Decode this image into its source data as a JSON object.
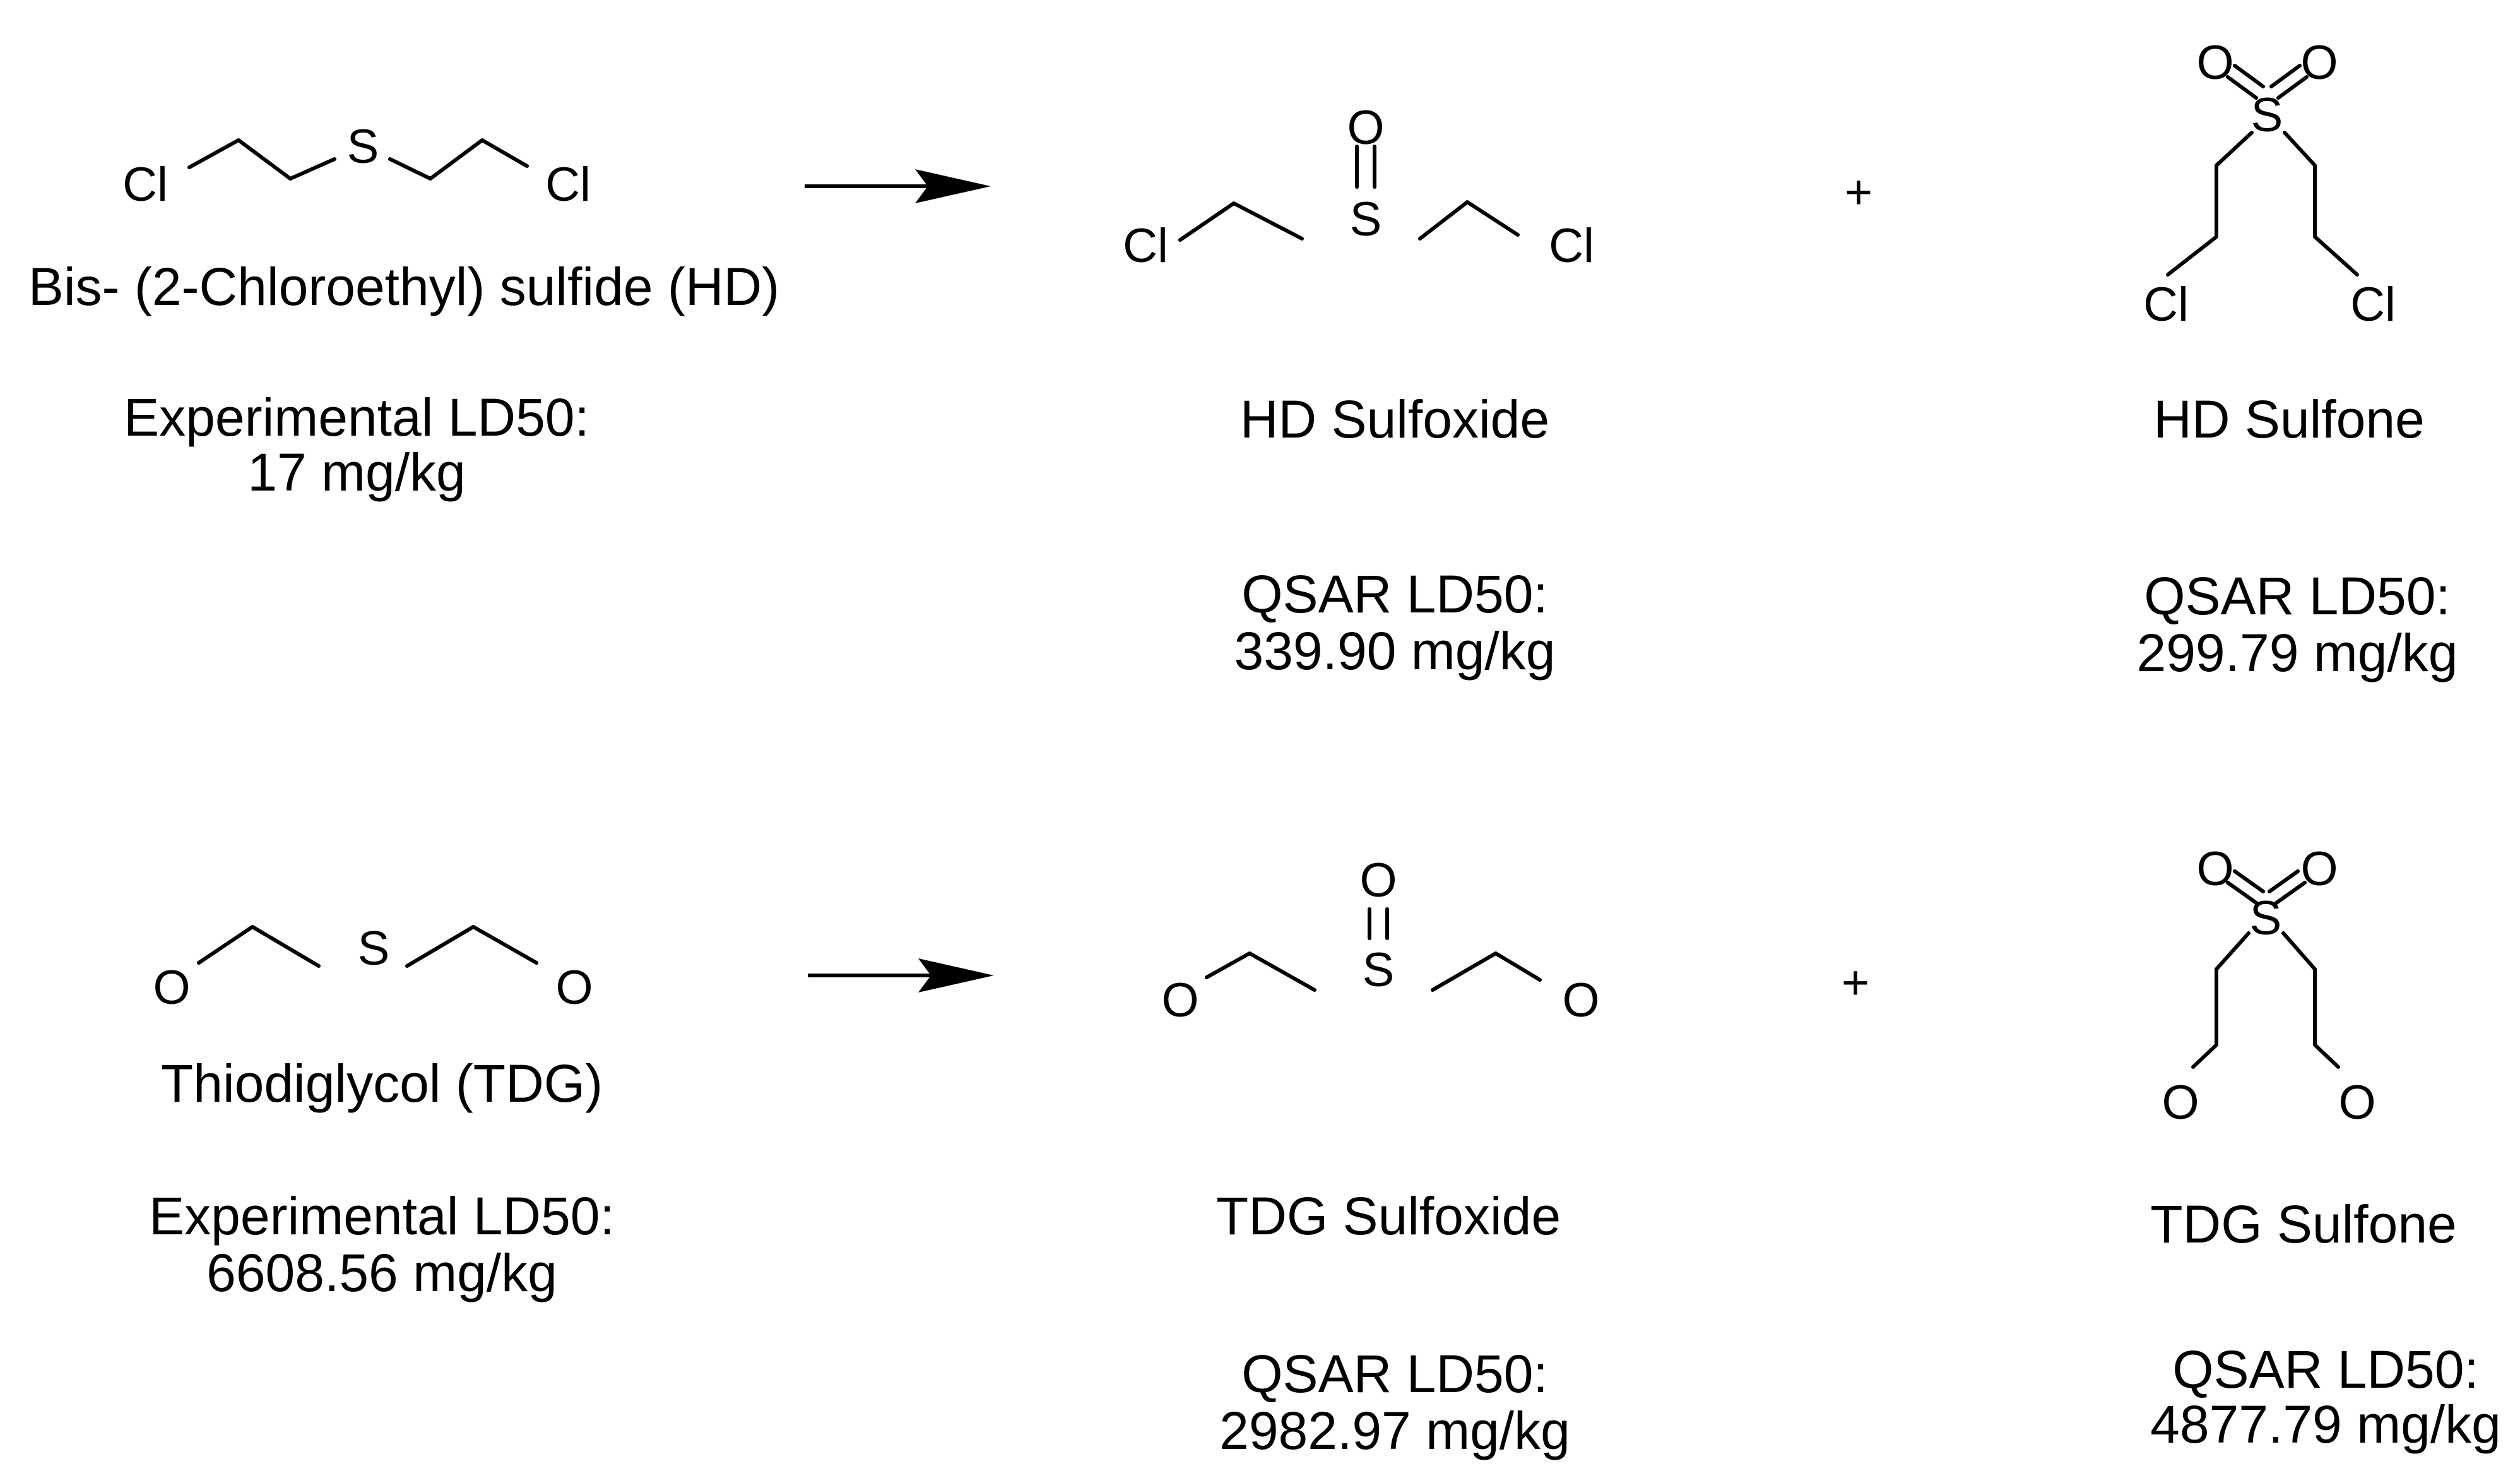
{
  "atoms": {
    "chlorine": "Cl",
    "sulfur": "S",
    "oxygen": "O",
    "plus": "+"
  },
  "row_hd": {
    "reactant": {
      "name": "Bis- (2-Chloroethyl) sulfide (HD)",
      "ld50_label": "Experimental LD50:",
      "ld50_value": "17 mg/kg"
    },
    "sulfoxide": {
      "name": "HD Sulfoxide",
      "ld50_label": "QSAR LD50:",
      "ld50_value": "339.90 mg/kg"
    },
    "sulfone": {
      "name": "HD Sulfone",
      "ld50_label": "QSAR LD50:",
      "ld50_value": "299.79 mg/kg"
    }
  },
  "row_tdg": {
    "reactant": {
      "name": "Thiodiglycol (TDG)",
      "ld50_label": "Experimental LD50:",
      "ld50_value": "6608.56 mg/kg"
    },
    "sulfoxide": {
      "name": "TDG Sulfoxide",
      "ld50_label": "QSAR LD50:",
      "ld50_value": "2982.97 mg/kg"
    },
    "sulfone": {
      "name": "TDG Sulfone",
      "ld50_label": "QSAR LD50:",
      "ld50_value": "4877.79 mg/kg"
    }
  }
}
